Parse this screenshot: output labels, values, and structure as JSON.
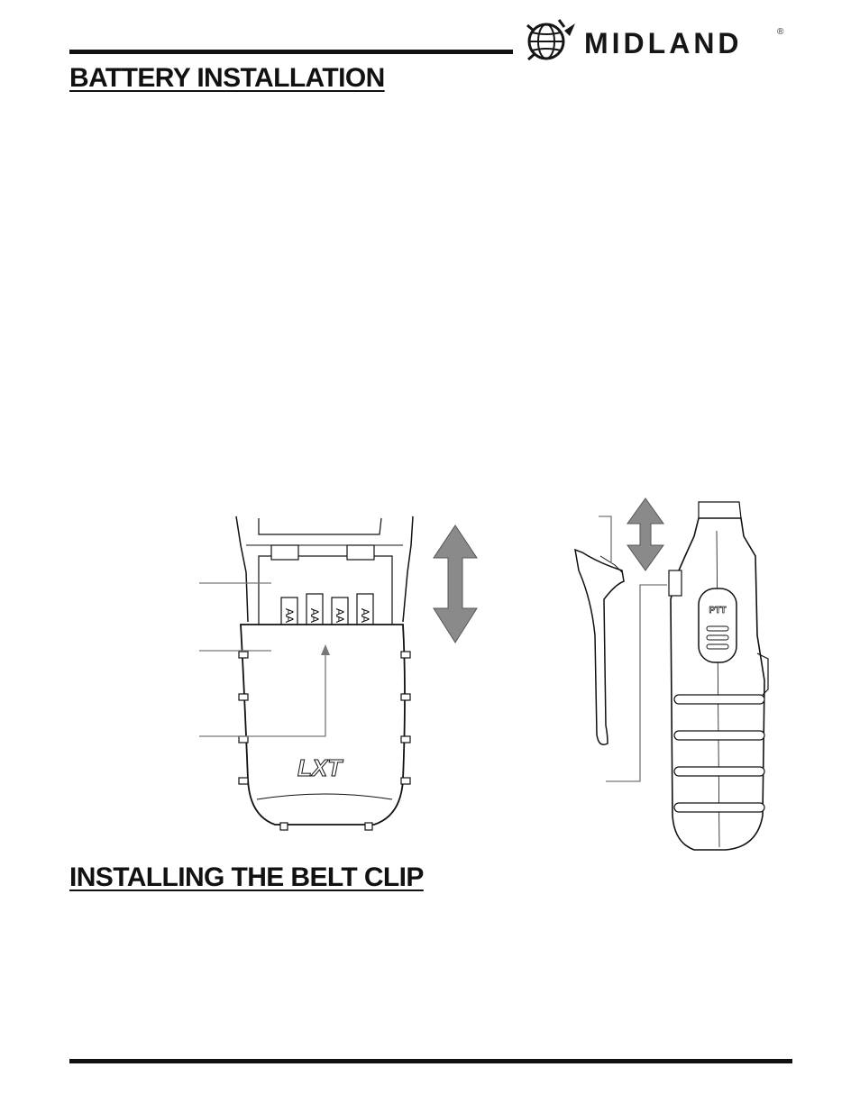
{
  "header": {
    "brand": "MIDLAND",
    "registered_mark": "®"
  },
  "sections": {
    "battery": {
      "title": "BATTERY INSTALLATION"
    },
    "belt_clip": {
      "title": "INSTALLING THE BELT CLIP"
    }
  },
  "figure_battery": {
    "model_logo": "LXT",
    "battery_label": "AA"
  },
  "figure_belt_clip": {
    "ptt_label": "PTT"
  },
  "colors": {
    "ink": "#111111",
    "arrow_gray": "#8a8a8a"
  }
}
